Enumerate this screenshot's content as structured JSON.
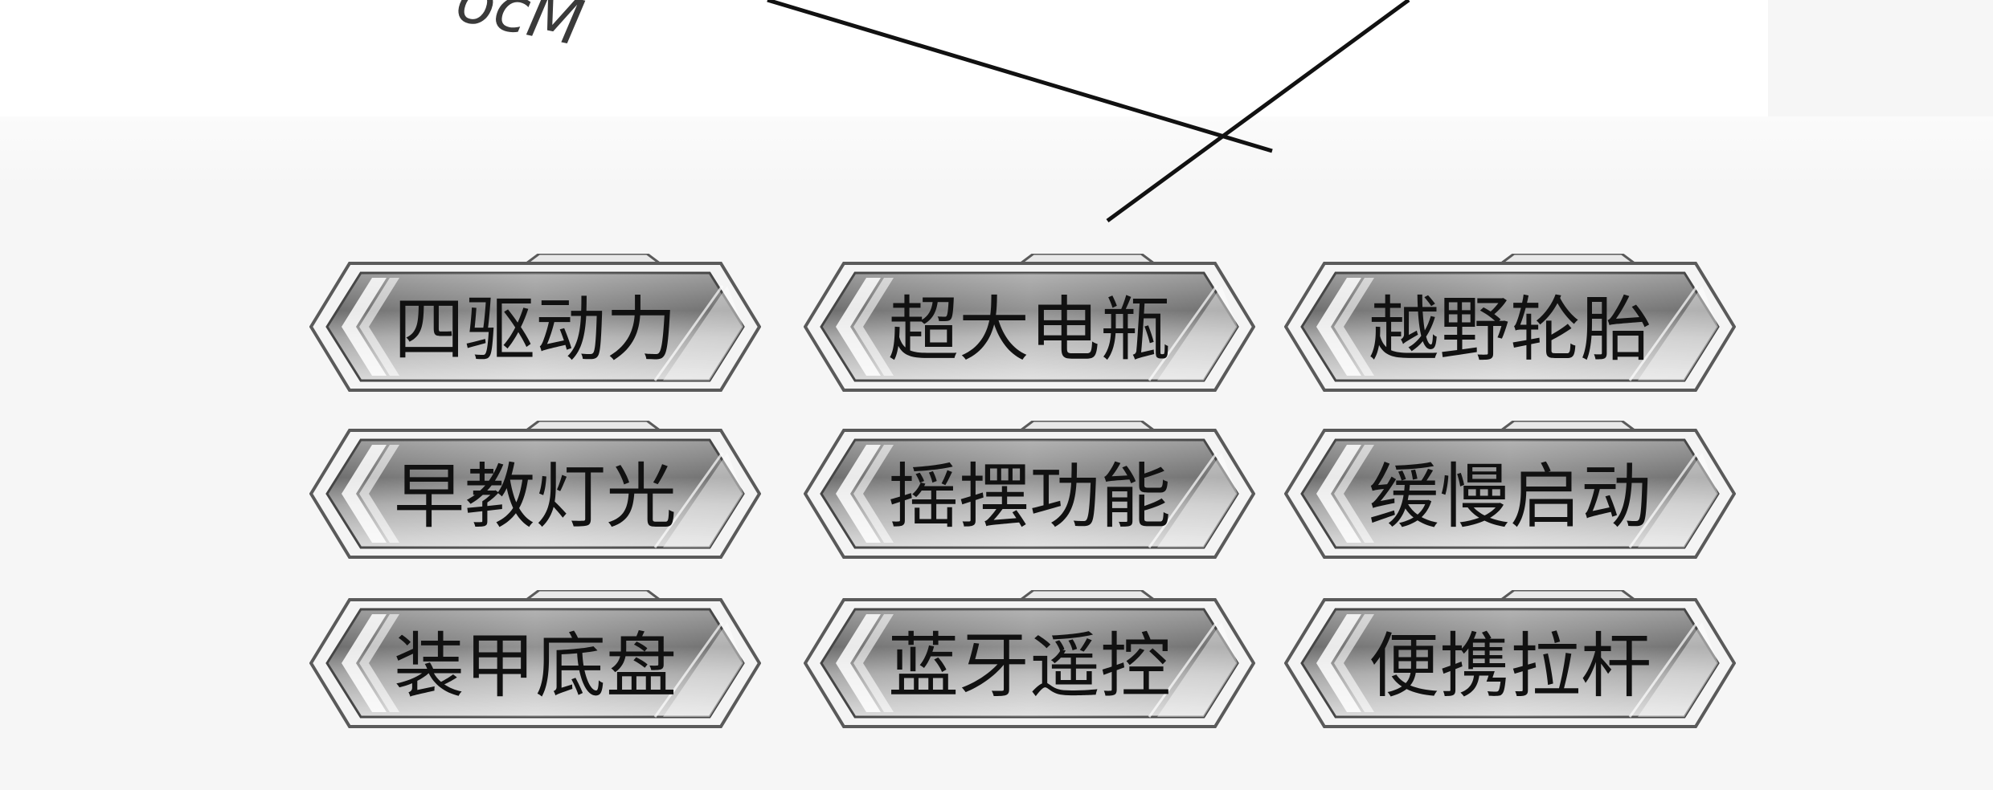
{
  "scribble": {
    "text": "ocM"
  },
  "features": [
    {
      "label": "四驱动力"
    },
    {
      "label": "超大电瓶"
    },
    {
      "label": "越野轮胎"
    },
    {
      "label": "早教灯光"
    },
    {
      "label": "摇摆功能"
    },
    {
      "label": "缓慢启动"
    },
    {
      "label": "装甲底盘"
    },
    {
      "label": "蓝牙遥控"
    },
    {
      "label": "便携拉杆"
    }
  ],
  "colors": {
    "badge_outline": "#5a5a5a",
    "badge_fill_dark": "#6e6e6e",
    "badge_fill_light": "#d9d9d9",
    "label_text": "#111111"
  }
}
